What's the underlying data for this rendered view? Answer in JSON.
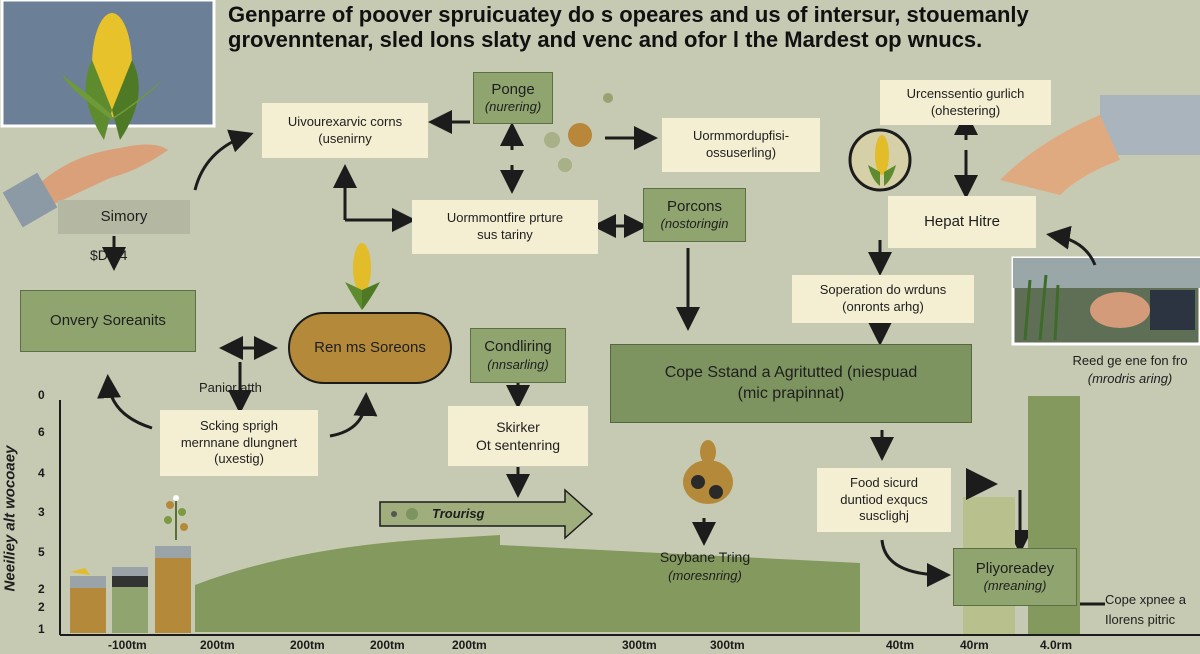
{
  "title": {
    "line1": "Genparre of poover spruicuatey do s opeares and us of intersur, stouemanly",
    "line2": "grovenntenar, sled lons slaty and venc and ofor l the Mardest op wnucs."
  },
  "boxes": {
    "simory": "Simory",
    "simory_value": "$D 14",
    "onvery": "Onvery Soreanits",
    "uivour_l1": "Uivourexarvic corns",
    "uivour_l2": "(usenirny",
    "ponge_title": "Ponge",
    "ponge_sub": "(nurering)",
    "uormm_top_l1": "Uormmordupfisi-",
    "uormm_top_l2": "ossuserling)",
    "uormm_mid_l1": "Uormmontfire prture",
    "uormm_mid_l2": "sus tariny",
    "porcons_title": "Porcons",
    "porcons_sub": "(nostoringin",
    "urcens_l1": "Urcenssentio gurlich",
    "urcens_l2": "(ohestering)",
    "hepat": "Hepat Hitre",
    "soperation_l1": "Soperation do wrduns",
    "soperation_l2": "(onronts arhg)",
    "renms": "Ren ms Soreons",
    "panior": "Panior atth",
    "scking_l1": "Scking sprigh",
    "scking_l2": "mernnane dlungnert",
    "scking_l3": "(uxestig)",
    "condiring_title": "Condliring",
    "condiring_sub": "(nnsarling)",
    "skirker_l1": "Skirker",
    "skirker_l2": "Ot sentenring",
    "cope_l1": "Cope Sstand a Agritutted (niespuad",
    "cope_l2": "(mic prapinnat)",
    "food_l1": "Food sicurd",
    "food_l2": "duntiod exqucs",
    "food_l3": "susclighj",
    "pliyo_title": "Pliyoreadey",
    "pliyo_sub": "(mreaning)",
    "reed_l1": "Reed ge ene fon fro",
    "reed_l2": "(mrodris aring)",
    "trourisg": "Trourisg",
    "soybane_l1": "Soybane Tring",
    "soybane_l2": "(moresnring)",
    "copexp_l1": "Cope xpnee a",
    "copexp_l2": "Ilorens pitric"
  },
  "axis": {
    "ylabel": "Neeiliey alt wocoaey",
    "yticks": [
      "0",
      "6",
      "4",
      "3",
      "5",
      "2",
      "2",
      "1"
    ],
    "xticks": [
      "-100tm",
      "200tm",
      "200tm",
      "200tm",
      "200tm",
      "300tm",
      "300tm",
      "40tm",
      "40rm",
      "4.0rm"
    ]
  },
  "colors": {
    "background": "#c6cab2",
    "box_green": "#8fa46f",
    "box_cream": "#f4efd2",
    "bar_gold": "#b48a3a",
    "hill_green": "#84995e",
    "arrow": "#1c1c1c"
  },
  "icons": [
    "corn-icon",
    "hand-icon",
    "pointing-hand-icon",
    "seedling-icon",
    "soybean-icon",
    "circle-corn-icon"
  ]
}
